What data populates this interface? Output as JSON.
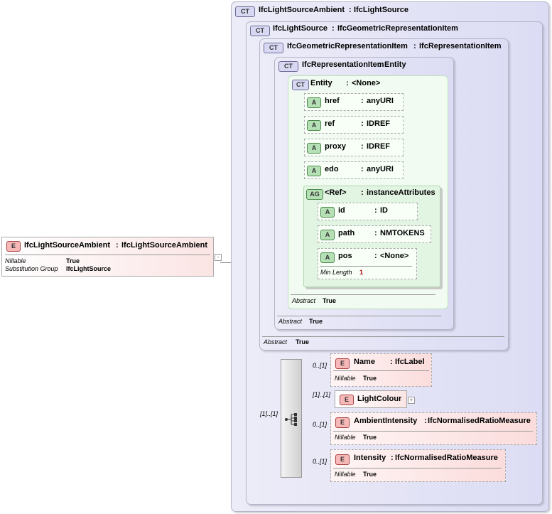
{
  "root": {
    "badge": "E",
    "name": "IfcLightSourceAmbient",
    "type": "IfcLightSourceAmbient",
    "props": [
      {
        "label": "Nillable",
        "value": "True"
      },
      {
        "label": "Substitution Group",
        "value": "IfcLightSource"
      }
    ],
    "collapse": "-"
  },
  "ct_badge": "CT",
  "types": [
    {
      "name": "IfcLightSourceAmbient",
      "base": "IfcLightSource"
    },
    {
      "name": "IfcLightSource",
      "base": "IfcGeometricRepresentationItem"
    },
    {
      "name": "IfcGeometricRepresentationItem",
      "base": "IfcRepresentationItem"
    },
    {
      "name": "IfcRepresentationItem",
      "base": "Entity"
    },
    {
      "name": "Entity",
      "base": "<None>"
    }
  ],
  "abstract": {
    "label": "Abstract",
    "value": "True"
  },
  "attr_badge": "A",
  "attributes": [
    {
      "name": "href",
      "type": "anyURI"
    },
    {
      "name": "ref",
      "type": "IDREF"
    },
    {
      "name": "proxy",
      "type": "IDREF"
    },
    {
      "name": "edo",
      "type": "anyURI"
    }
  ],
  "attr_group": {
    "badge": "AG",
    "name": "<Ref>",
    "type": "instanceAttributes",
    "items": [
      {
        "name": "id",
        "type": "ID"
      },
      {
        "name": "path",
        "type": "NMTOKENS"
      },
      {
        "name": "pos",
        "type": "<None>"
      }
    ],
    "min_length_label": "Min Length",
    "min_length_value": "1"
  },
  "sequence": {
    "card": "[1]..[1]"
  },
  "elem_badge": "E",
  "elements": [
    {
      "card": "0..[1]",
      "name": "Name",
      "type": "IfcLabel",
      "nillable_label": "Nillable",
      "nillable": "True"
    },
    {
      "card": "[1]..[1]",
      "name": "LightColour",
      "type": "",
      "expand": "+"
    },
    {
      "card": "0..[1]",
      "name": "AmbientIntensity",
      "type": "IfcNormalisedRatioMeasure",
      "nillable_label": "Nillable",
      "nillable": "True"
    },
    {
      "card": "0..[1]",
      "name": "Intensity",
      "type": "IfcNormalisedRatioMeasure",
      "nillable_label": "Nillable",
      "nillable": "True"
    }
  ]
}
